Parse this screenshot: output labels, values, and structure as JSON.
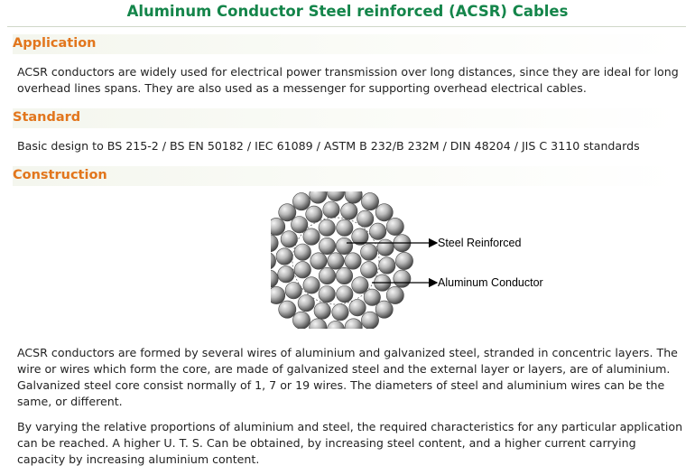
{
  "title": "Aluminum Conductor Steel reinforced (ACSR) Cables",
  "sections": {
    "application": {
      "heading": "Application",
      "text": "ACSR conductors are widely used for electrical power transmission over long distances, since they are ideal for long overhead lines spans. They are also used as a messenger for supporting overhead electrical cables."
    },
    "standard": {
      "heading": "Standard",
      "text": "Basic design to BS 215-2 / BS EN 50182 / IEC 61089 / ASTM B 232/B 232M / DIN 48204 / JIS C 3110 standards"
    },
    "construction": {
      "heading": "Construction",
      "diagram": {
        "label_steel": "Steel Reinforced",
        "label_aluminum": "Aluminum Conductor"
      },
      "paragraph1": "ACSR conductors are formed by several wires of aluminium and galvanized steel, stranded in concentric layers. The wire or wires which form the core, are made of galvanized steel and the external layer or layers, are of aluminium. Galvanized steel core consist normally of 1, 7 or 19 wires. The diameters of steel and aluminium wires can be the same, or different.",
      "paragraph2": "By varying the relative proportions of aluminium and steel, the required characteristics for any particular application can be reached. A higher U. T. S. Can be obtained, by increasing steel content, and a higher current carrying capacity by increasing aluminium content."
    }
  },
  "colors": {
    "title": "#14854a",
    "heading": "#e2761d",
    "text": "#222222"
  }
}
